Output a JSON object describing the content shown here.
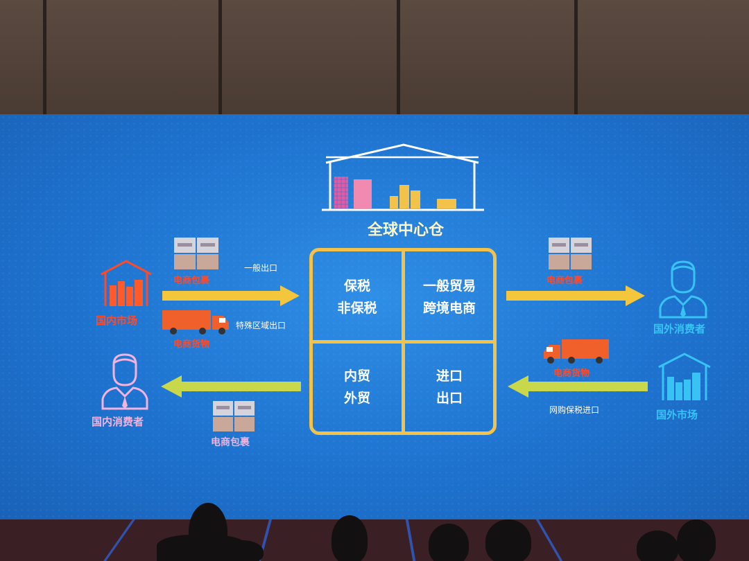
{
  "warehouse": {
    "title": "全球中心仓"
  },
  "grid": {
    "top_left": [
      "保税",
      "非保税"
    ],
    "top_right": [
      "一般贸易",
      "跨境电商"
    ],
    "bottom_left": [
      "内贸",
      "外贸"
    ],
    "bottom_right": [
      "进口",
      "出口"
    ]
  },
  "left": {
    "domestic_market": "国内市场",
    "domestic_consumer": "国内消费者",
    "package_top": "电商包裹",
    "general_export": "一般出口",
    "truck_label": "电商货物",
    "special_zone_export": "特殊区域出口",
    "package_bottom": "电商包裹"
  },
  "right": {
    "foreign_consumer": "国外消费者",
    "foreign_market": "国外市场",
    "package_top": "电商包裹",
    "truck_label": "电商货物",
    "bonded_import": "网购保税进口"
  },
  "colors": {
    "domestic": "#ff4a2a",
    "foreign": "#39c3f5",
    "consumer_domestic": "#f2b3e0",
    "grid_border": "#f2c24a",
    "arrow_yellow": "#f4c63c",
    "arrow_green": "#c9d84a",
    "screen_blue": "#1e73cf"
  }
}
